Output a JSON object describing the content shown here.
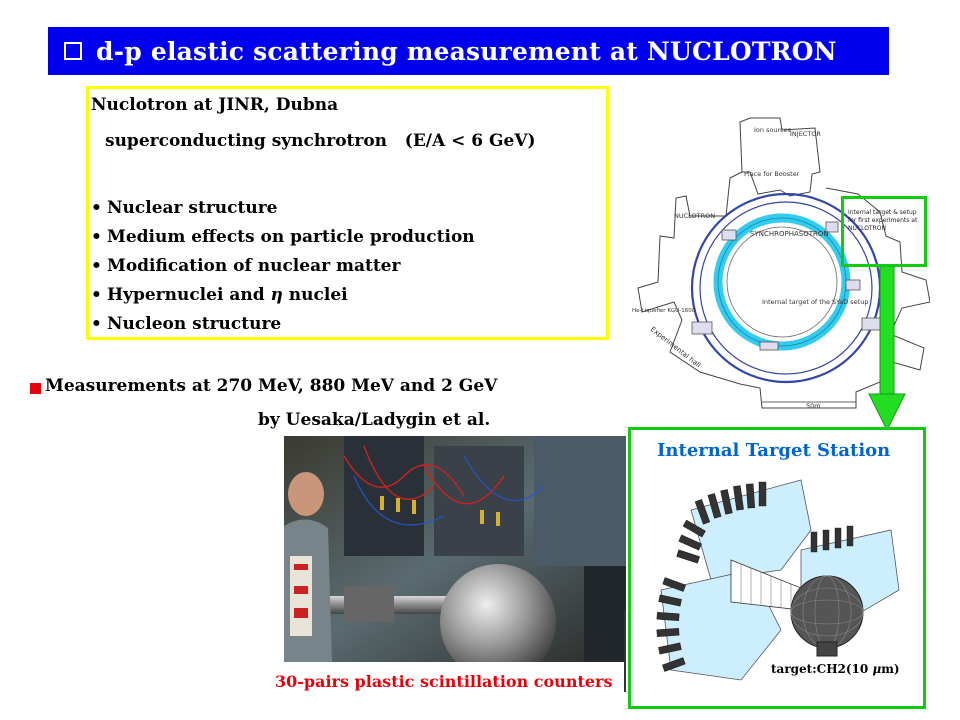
{
  "title": {
    "text": "d-p elastic scattering measurement at NUCLOTRON",
    "background": "#0000ee",
    "bullet_icon": "hollow-square-icon"
  },
  "info_box": {
    "heading": "Nuclotron at JINR, Dubna",
    "subheading": "superconducting synchrotron   (E/A < 6 GeV)",
    "items": [
      "Nuclear structure",
      "Medium effects on particle production",
      "Modification of nuclear matter",
      "Hypernuclei and ",
      "Nucleon structure"
    ],
    "eta_symbol": "η",
    "eta_suffix": " nuclei",
    "border_color": "#ffff00"
  },
  "measurements": {
    "line1": "Measurements at 270 MeV, 880 MeV and 2 GeV",
    "line2": "by Uesaka/Ladygin et al.",
    "bullet_color": "#e8000b"
  },
  "diagram": {
    "labels": {
      "ion_sources": "Ion sources",
      "injector": "INJECTOR",
      "place_for_booster": "Place for Booster",
      "nuclotron": "NUCLOTRON",
      "synchrophasotron": "SYNCHROPHASOTRON",
      "internal_target": "Internal target of the SYaD setup",
      "liquefier": "He-Liquefier KGU-1600",
      "hall": "Experimental hall",
      "scale": "50m"
    },
    "highlight_text": "Internal target & setup for first experiments at NUCLOTRON"
  },
  "photo": {
    "caption": "30-pairs plastic scintillation counters",
    "caption_color": "#e8000b"
  },
  "its": {
    "title": "Internal Target Station",
    "title_color": "#0066cc",
    "target_prefix": "target:CH2(10 ",
    "mu": "μ",
    "target_suffix": "m)",
    "border_color": "#11cc11"
  }
}
